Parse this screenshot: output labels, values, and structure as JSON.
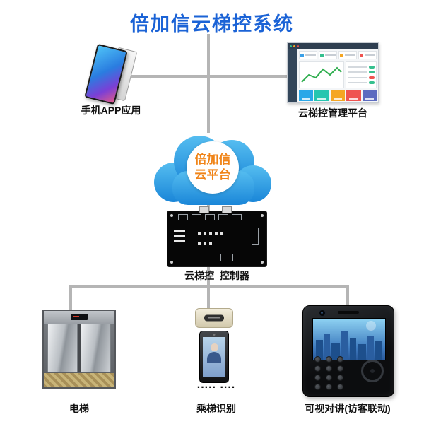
{
  "title": "倍加信云梯控系统",
  "colors": {
    "title_blue": "#1b63d6",
    "cloud_blue_top": "#55bdf0",
    "cloud_blue_bottom": "#1a86d8",
    "cloud_text_orange": "#f08418",
    "connector_gray": "#b5b5b5",
    "label_black": "#111111"
  },
  "cloud": {
    "line1": "倍加信",
    "line2": "云平台"
  },
  "nodes": {
    "phone": {
      "label": "手机APP应用"
    },
    "platform": {
      "label": "云梯控管理平台"
    },
    "controller": {
      "label": "云梯控  控制器"
    },
    "elevator": {
      "label": "电梯"
    },
    "recognition": {
      "label": "乘梯识别",
      "dots": "..... ...."
    },
    "intercom": {
      "label": "可视对讲(访客联动)"
    }
  }
}
